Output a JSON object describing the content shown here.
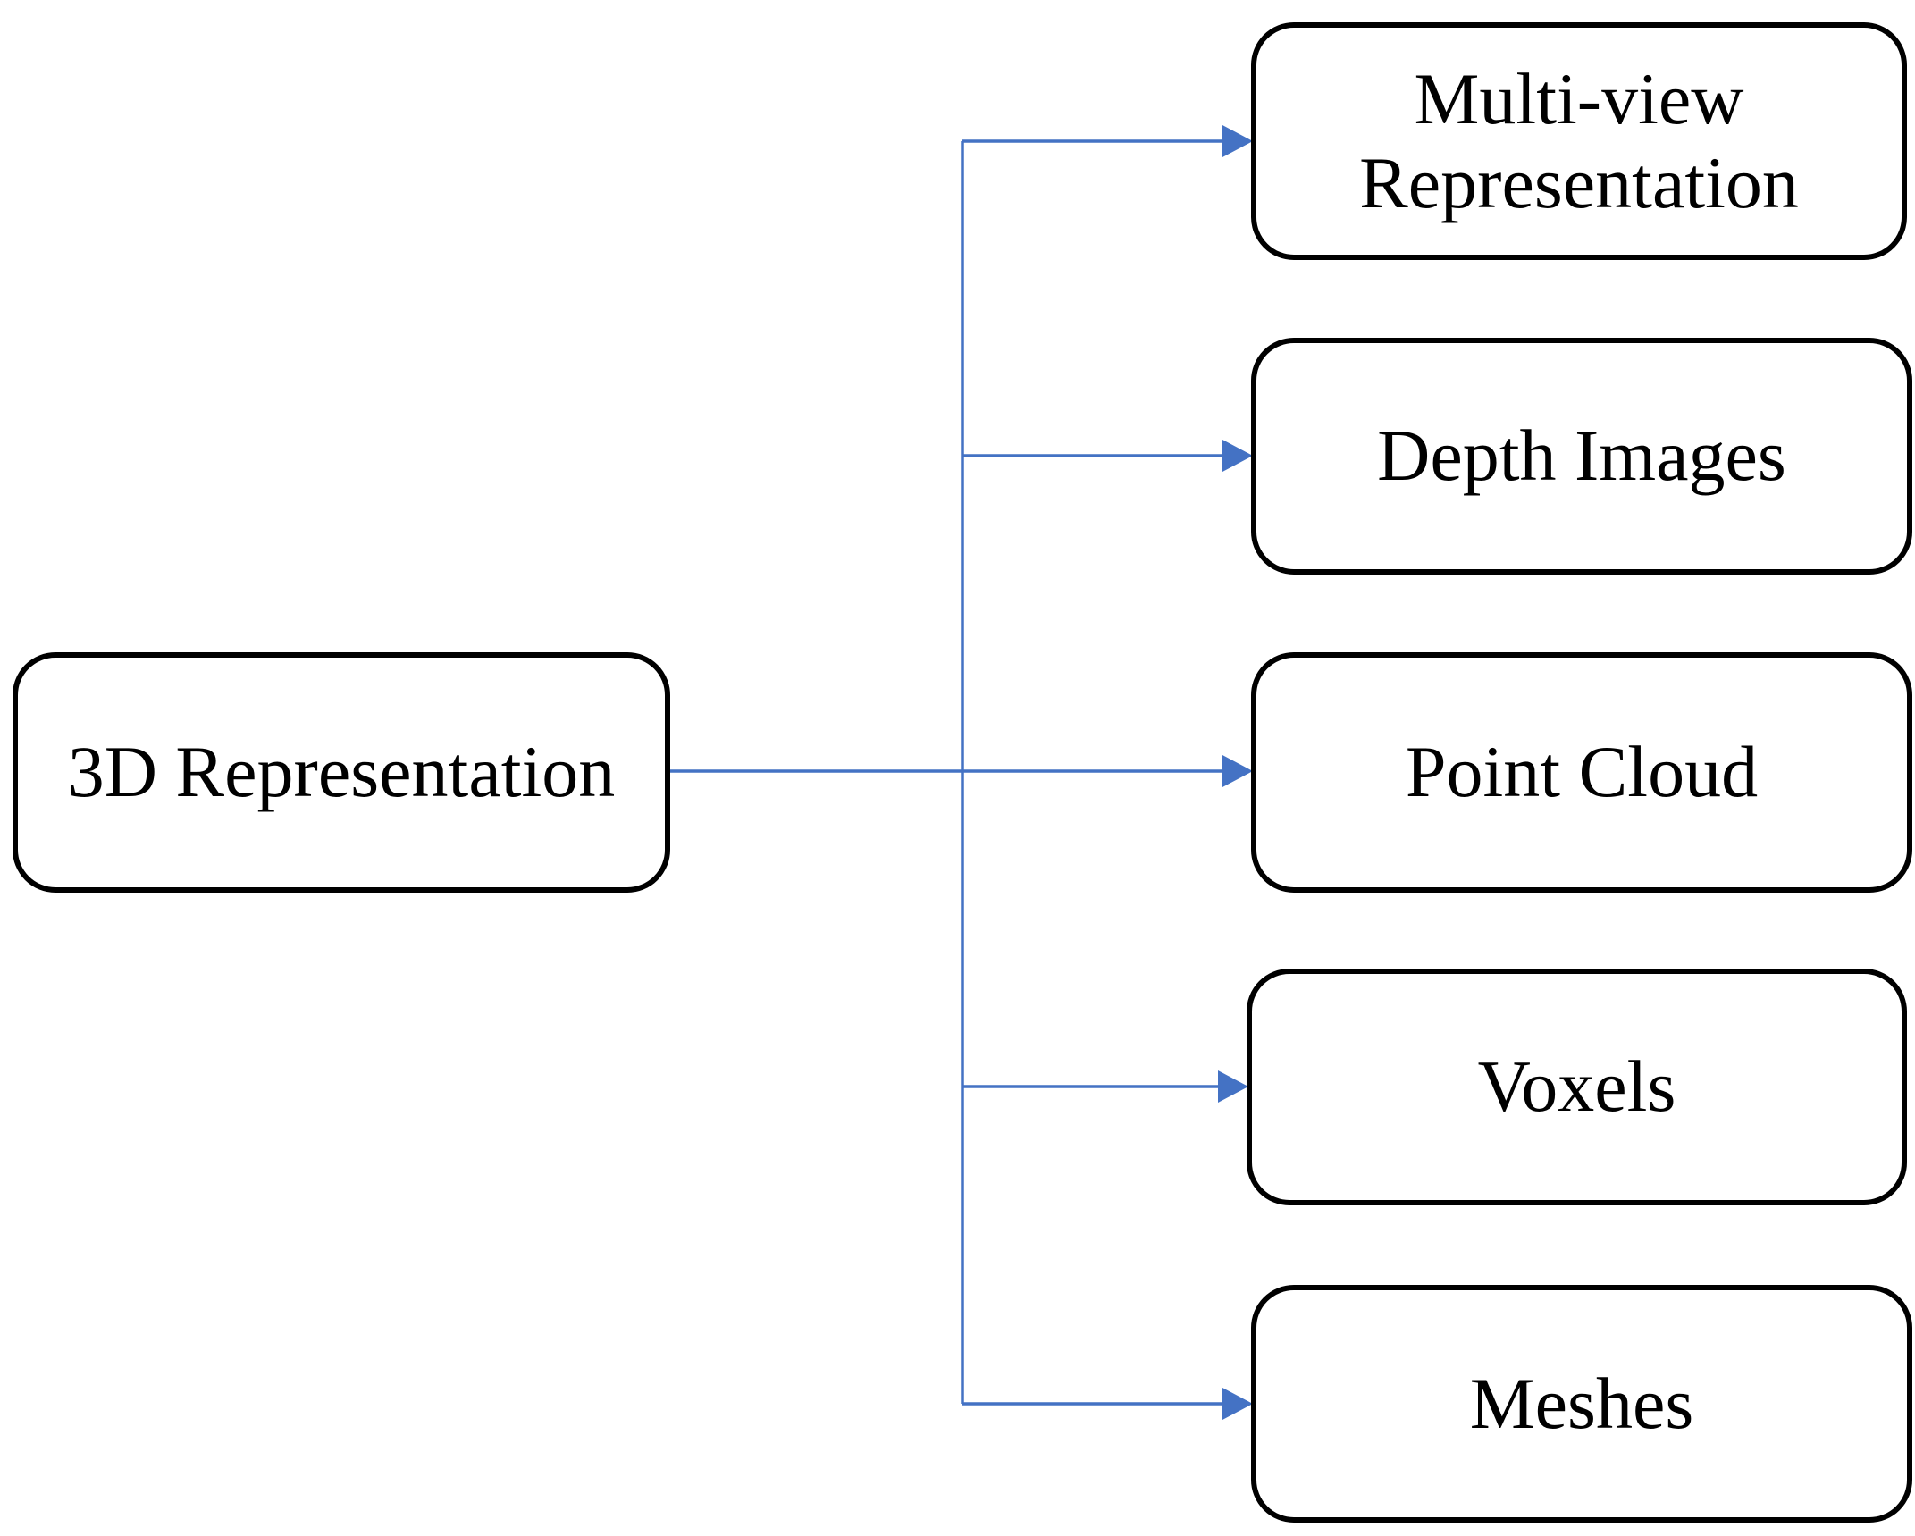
{
  "diagram": {
    "root": {
      "label": "3D Representation"
    },
    "children": [
      {
        "label": "Multi-view\nRepresentation"
      },
      {
        "label": "Depth Images"
      },
      {
        "label": "Point Cloud"
      },
      {
        "label": "Voxels"
      },
      {
        "label": "Meshes"
      }
    ]
  },
  "colors": {
    "connector": "#4472C4",
    "box_border": "#000000",
    "text": "#000000"
  }
}
